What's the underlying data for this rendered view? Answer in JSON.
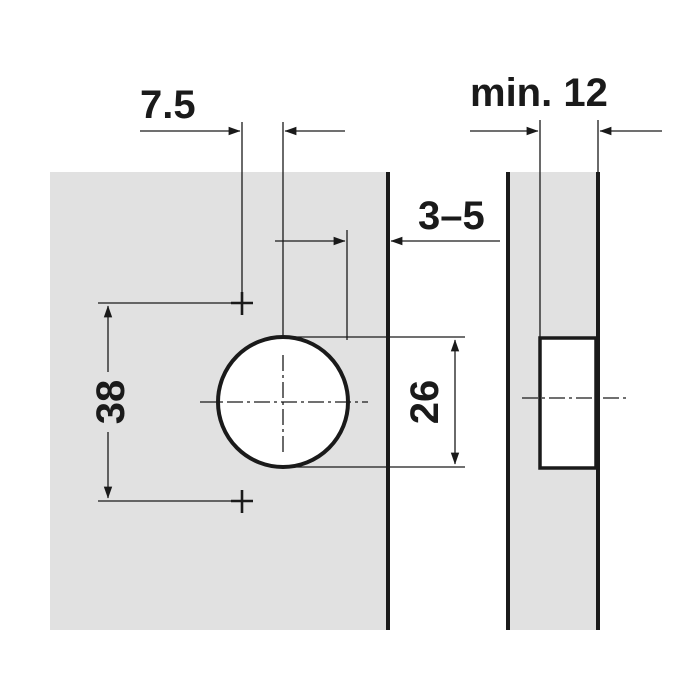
{
  "diagram": {
    "dimensions": {
      "top_offset": "7.5",
      "overlay_gap": "3–5",
      "min_thickness": "min. 12",
      "hole_spacing": "38",
      "cup_diameter": "26"
    },
    "colors": {
      "panel_fill": "#e1e1e1",
      "line": "#1a1a1a",
      "cup_fill": "#ffffff",
      "background": "#ffffff"
    }
  }
}
